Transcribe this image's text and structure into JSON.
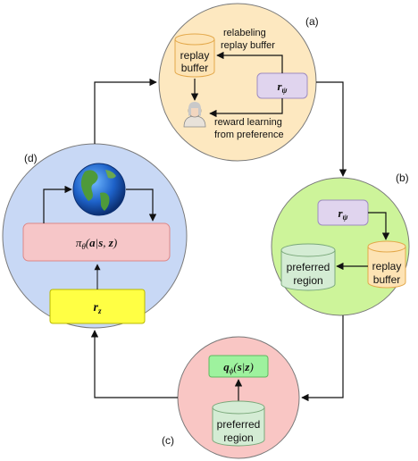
{
  "panels": {
    "a": {
      "label": "(a)",
      "circle_color": "#fde8c0"
    },
    "b": {
      "label": "(b)",
      "circle_color": "#cdf49a"
    },
    "c": {
      "label": "(c)",
      "circle_color": "#f9c6c4"
    },
    "d": {
      "label": "(d)",
      "circle_color": "#c8d8f5"
    }
  },
  "a": {
    "relabel_line1": "relabeling",
    "relabel_line2": "replay buffer",
    "buffer_line1": "replay",
    "buffer_line2": "buffer",
    "reward_model": "rψ",
    "reward_line1": "reward learning",
    "reward_line2": "from preference"
  },
  "b": {
    "reward_model": "rψ",
    "preferred_line1": "preferred",
    "preferred_line2": "region",
    "buffer_line1": "replay",
    "buffer_line2": "buffer"
  },
  "c": {
    "q_model": "qϕ(s|z)",
    "preferred_line1": "preferred",
    "preferred_line2": "region"
  },
  "d": {
    "policy": "πθ(a|s, z)",
    "reward_z": "rz"
  },
  "colors": {
    "arrow": "#111111",
    "buffer_fill": "#fde3b4",
    "buffer_stroke": "#e3a84a",
    "region_fill": "#d4ecd4",
    "region_stroke": "#7aa87a",
    "reward_box_fill": "#e0d4ee",
    "reward_box_stroke": "#9e8cc0",
    "q_box_fill": "#9ef29e",
    "policy_fill": "#f6c6c8",
    "policy_stroke": "#d88",
    "rz_fill": "#ffff44",
    "rz_stroke": "#b8b800"
  },
  "icons": [
    "person-icon",
    "globe-icon"
  ]
}
